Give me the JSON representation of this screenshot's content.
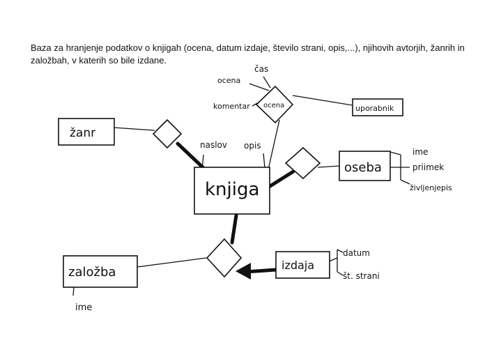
{
  "description": "Baza za hranjenje podatkov o knjigah (ocena, datum izdaje, število strani, opis,...), njihovih avtorjih, žanrih in založbah, v katerih so bile izdane.",
  "entities": {
    "zanr": "žanr",
    "knjiga": "knjiga",
    "oseba": "oseba",
    "uporabnik": "uporabnik",
    "zalozba": "založba",
    "izdaja": "izdaja"
  },
  "relationships": {
    "ocena": "ocena"
  },
  "attributes": {
    "ocena_rel": [
      "ocena",
      "čas",
      "komentar"
    ],
    "knjiga": [
      "naslov",
      "opis"
    ],
    "oseba": [
      "ime",
      "priimek",
      "življenjepis"
    ],
    "izdaja": [
      "datum",
      "št. strani"
    ],
    "zalozba": [
      "ime"
    ]
  }
}
